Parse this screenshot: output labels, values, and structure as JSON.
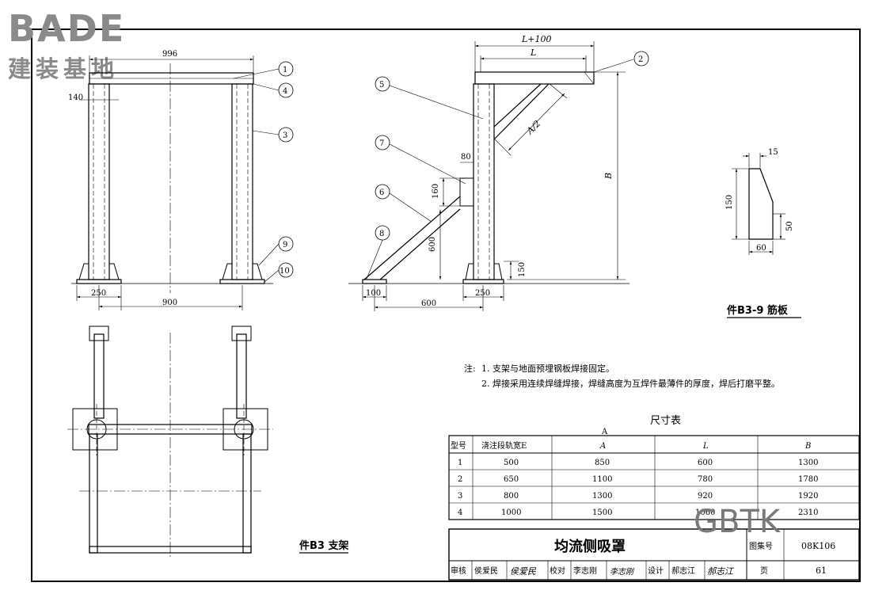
{
  "logo": {
    "brand": "BADE",
    "subtitle": "建装基地"
  },
  "watermark": "GBTK",
  "front_view": {
    "dims": {
      "top_width": "996",
      "col_width": "140",
      "base_width": "250",
      "span": "900"
    },
    "callouts": [
      "1",
      "4",
      "3",
      "9",
      "10"
    ]
  },
  "side_view": {
    "dims": {
      "overall": "L+100",
      "arm": "L",
      "brace": "A/2",
      "height": "B",
      "pad_w": "80",
      "pad_h": "160",
      "strut_h": "600",
      "base_h": "150",
      "foot_w": "100",
      "foot_span": "600",
      "base_w": "250"
    },
    "callouts": [
      "2",
      "5",
      "7",
      "6",
      "8"
    ]
  },
  "rib_plate": {
    "dims": {
      "top": "15",
      "height": "150",
      "lower": "50",
      "width": "60"
    },
    "caption": "件B3-9  筋板"
  },
  "plan_caption": "件B3  支架",
  "notes": {
    "prefix": "注:",
    "items": [
      "1. 支架与地面预埋钢板焊接固定。",
      "2. 焊接采用连续焊缝焊接，焊缝高度为互焊件最薄件的厚度，焊后打磨平整。"
    ]
  },
  "dim_table": {
    "title": "尺寸表",
    "marker": "A",
    "headers": [
      "型号",
      "浇注段轨宽E",
      "A",
      "L",
      "B"
    ],
    "rows": [
      [
        "1",
        "500",
        "850",
        "600",
        "1300"
      ],
      [
        "2",
        "650",
        "1100",
        "780",
        "1780"
      ],
      [
        "3",
        "800",
        "1300",
        "920",
        "1920"
      ],
      [
        "4",
        "1000",
        "1500",
        "1060",
        "2310"
      ]
    ]
  },
  "title_block": {
    "title": "均流侧吸罩",
    "atlas_label": "图集号",
    "atlas_no": "08K106",
    "review_label": "审核",
    "review_name": "侯爱民",
    "check_label": "校对",
    "check_name": "李志刚",
    "design_label": "设计",
    "design_name": "郝志江",
    "page_label": "页",
    "page_no": "61"
  }
}
